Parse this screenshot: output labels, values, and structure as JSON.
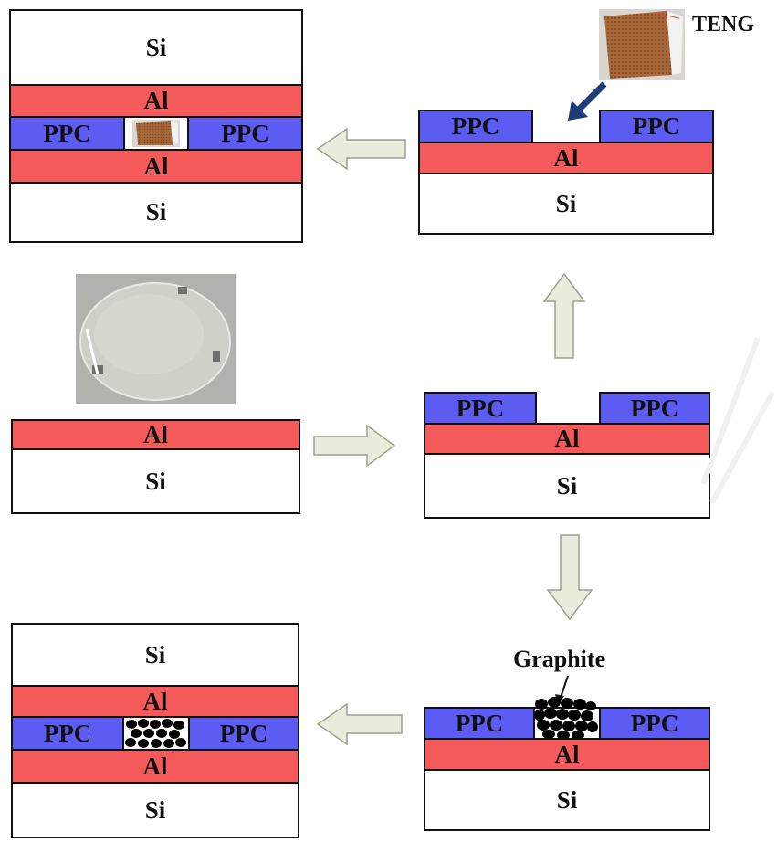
{
  "labels": {
    "si": "Si",
    "al": "Al",
    "ppc": "PPC",
    "teng": "TENG",
    "graphite": "Graphite"
  },
  "colors": {
    "al": "#f55a5a",
    "ppc": "#5c5cf2",
    "si": "#ffffff",
    "arrow_fill": "#e7ecdc",
    "arrow_stroke": "#9aa28a",
    "pointer_arrow": "#1f3c7a"
  }
}
